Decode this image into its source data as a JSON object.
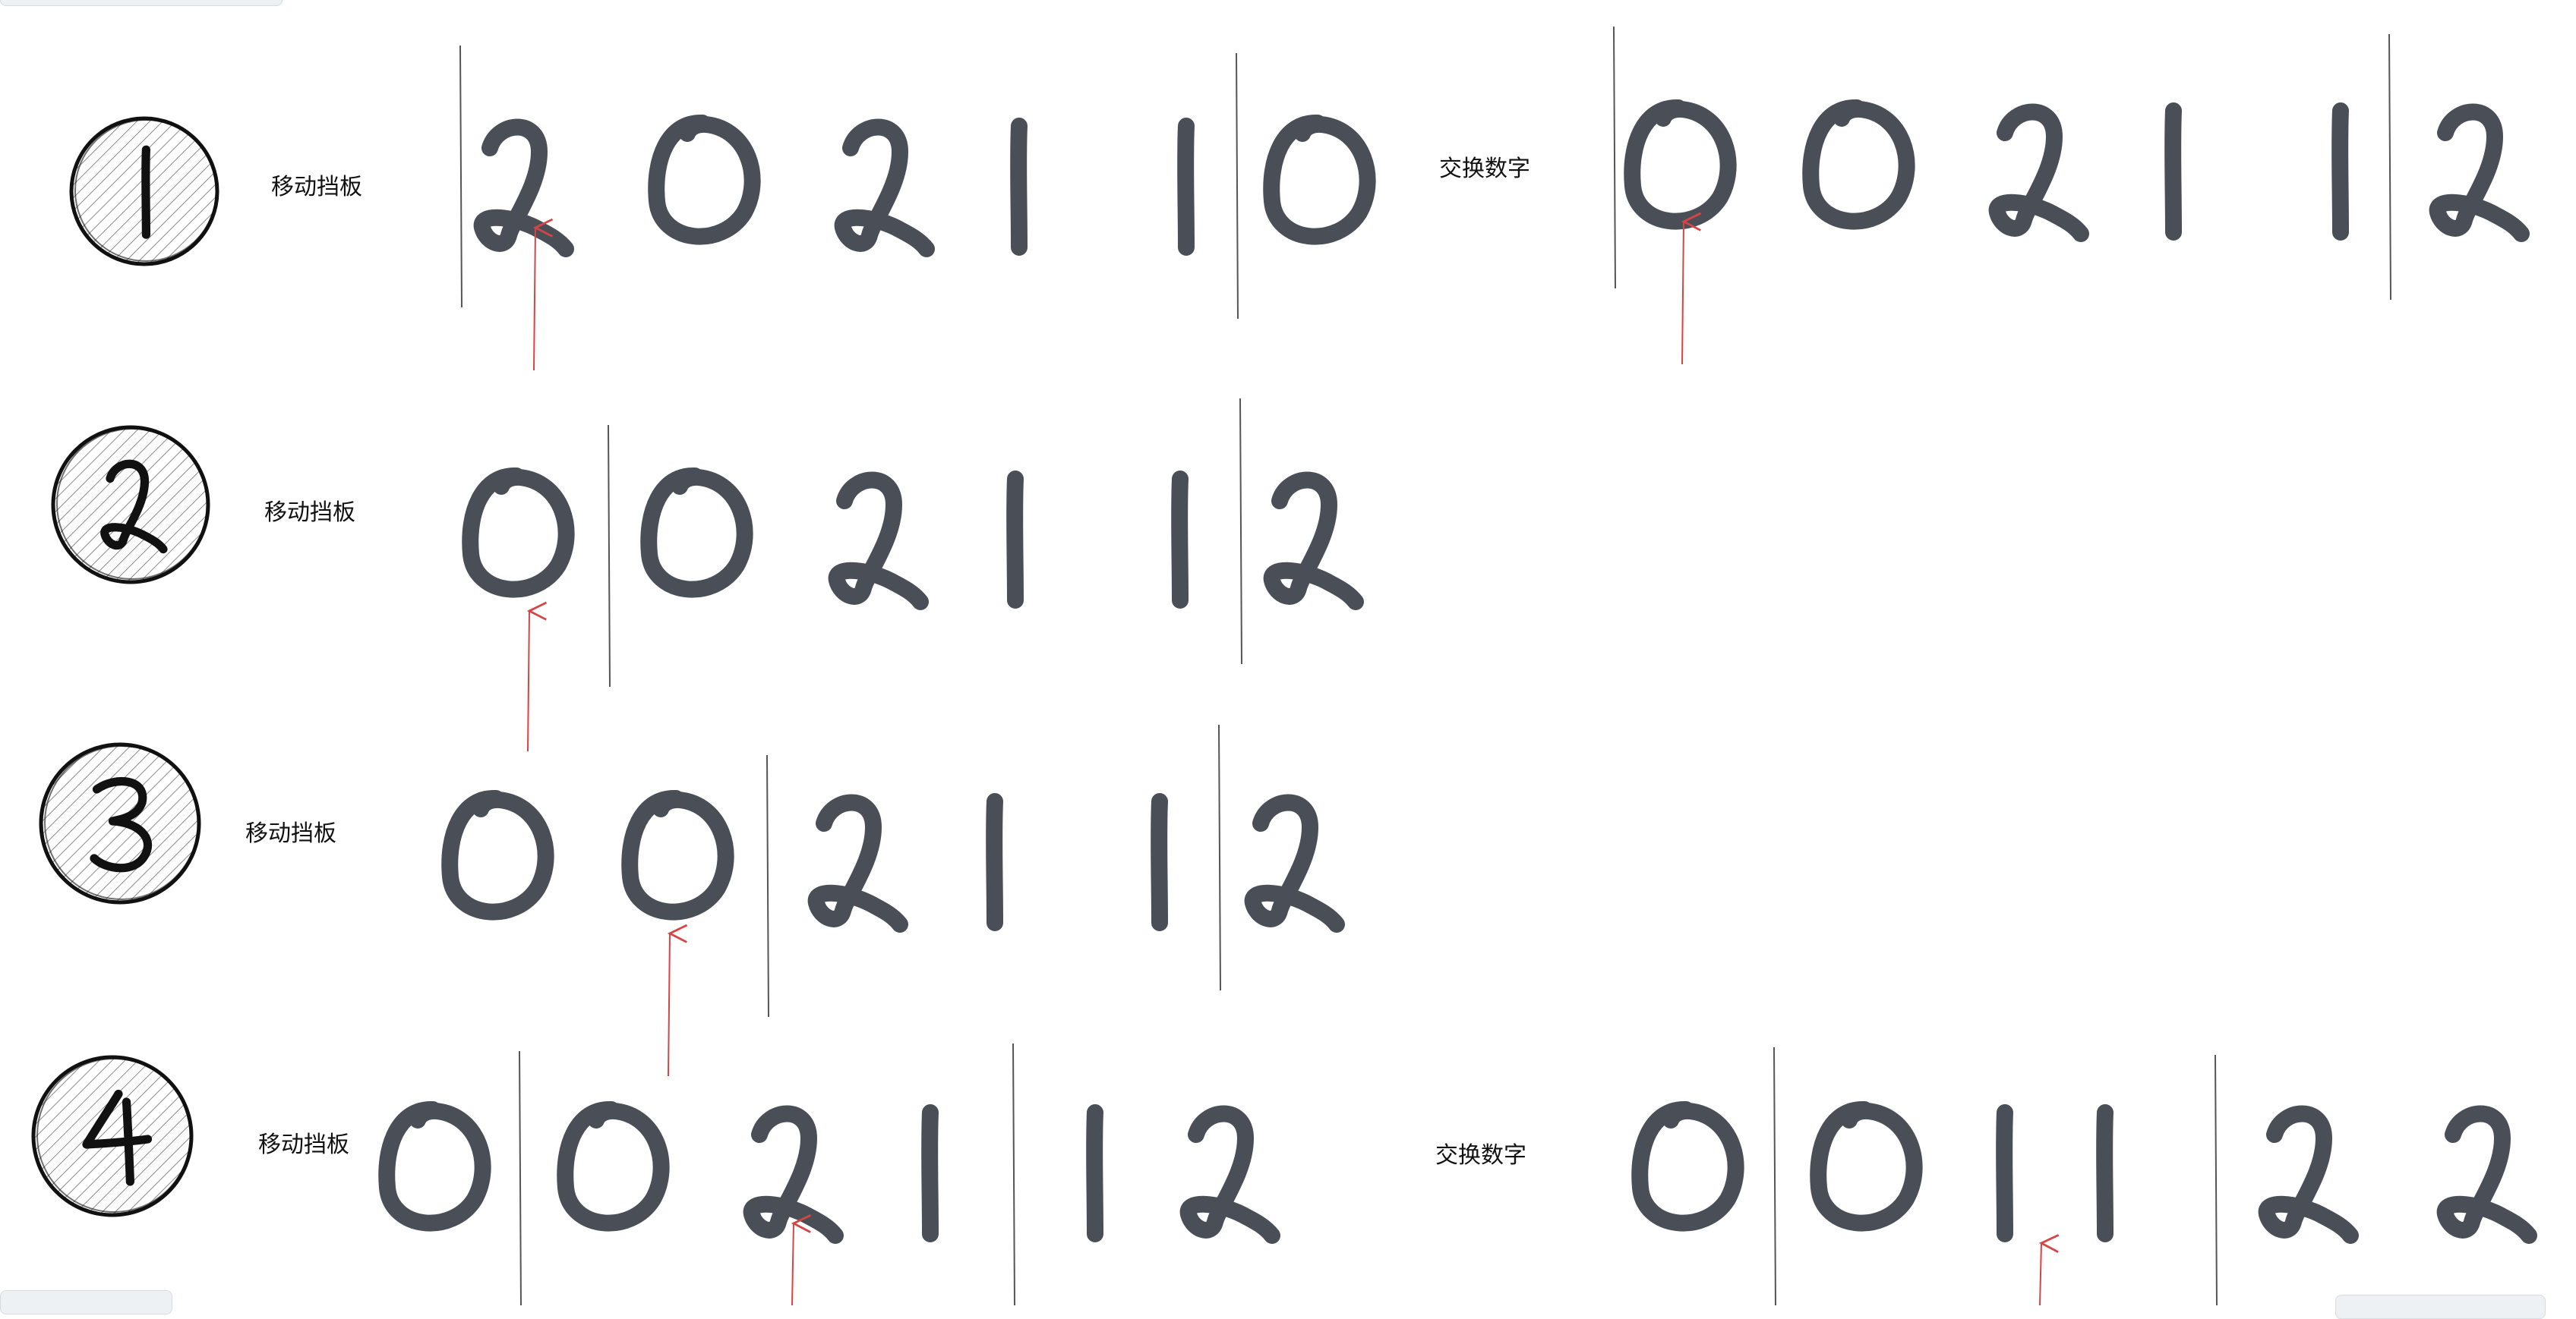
{
  "colors": {
    "digit": "#4a4f57",
    "badge": "#111111",
    "hatch": "#8a8a8a",
    "divider": "#555555",
    "arrow": "#d64545",
    "label": "#111111"
  },
  "steps": [
    {
      "badge": "1",
      "action": "移动挡板",
      "digits": [
        "2",
        "0",
        "2",
        "1",
        "1",
        "0"
      ],
      "secondary": {
        "action": "交换数字",
        "digits": [
          "0",
          "0",
          "2",
          "1",
          "1",
          "2"
        ]
      }
    },
    {
      "badge": "2",
      "action": "移动挡板",
      "digits": [
        "0",
        "0",
        "2",
        "1",
        "1",
        "2"
      ]
    },
    {
      "badge": "3",
      "action": "移动挡板",
      "digits": [
        "0",
        "0",
        "2",
        "1",
        "1",
        "2"
      ]
    },
    {
      "badge": "4",
      "action": "移动挡板",
      "digits": [
        "0",
        "0",
        "2",
        "1",
        "1",
        "2"
      ],
      "secondary": {
        "action": "交换数字",
        "digits": [
          "0",
          "0",
          "1",
          "1",
          "2",
          "2"
        ]
      }
    }
  ]
}
